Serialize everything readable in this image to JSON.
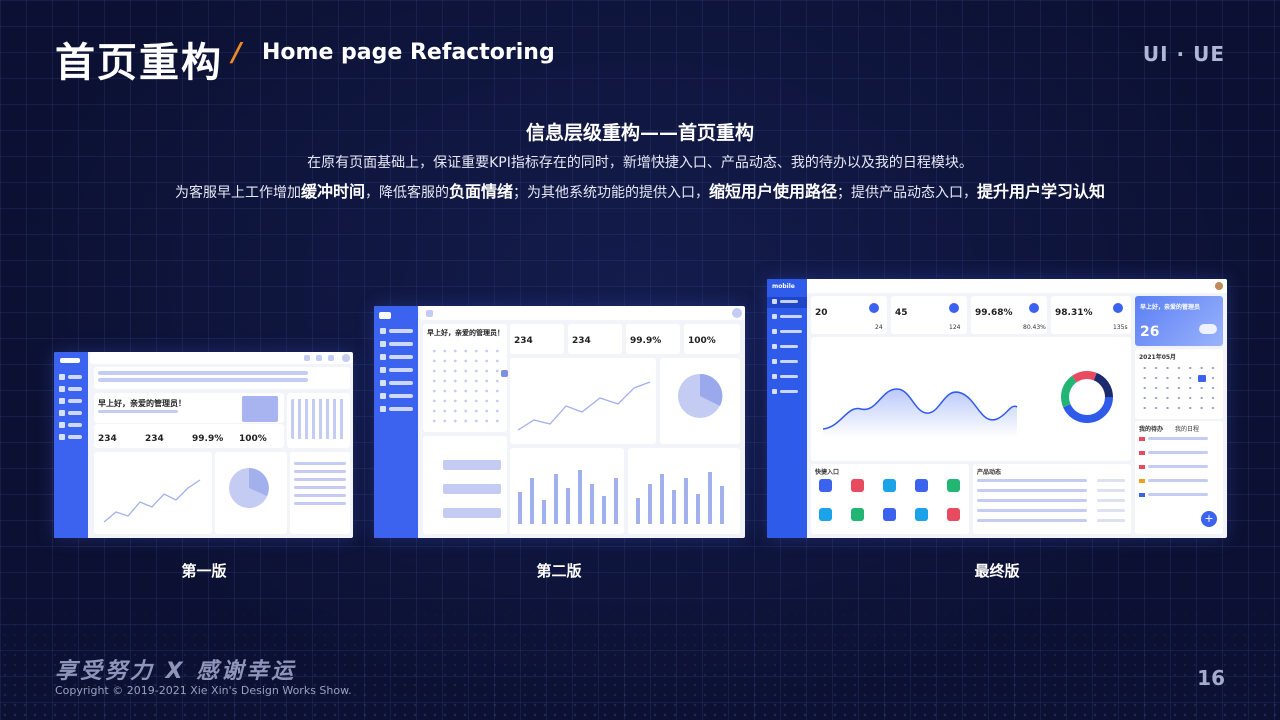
{
  "header": {
    "title": "首页重构",
    "slash": "/",
    "subtitle": "Home page Refactoring",
    "brand": "UI · UE"
  },
  "section": {
    "heading": "信息层级重构——首页重构",
    "line1": "在原有页面基础上，保证重要KPI指标存在的同时，新增快捷入口、产品动态、我的待办以及我的日程模块。",
    "line2": {
      "p1": "为客服早上工作增加",
      "b1": "缓冲时间",
      "p2": "，降低客服的",
      "b2": "负面情绪",
      "p3": "；为其他系统功能的提供入口，",
      "b3": "缩短用户使用路径",
      "p4": "；提供产品动态入口，",
      "b4": "提升用户学习认知"
    }
  },
  "versions": {
    "v1": "第一版",
    "v2": "第二版",
    "final": "最终版"
  },
  "mock_v1": {
    "greeting": "早上好，亲爱的管理员！",
    "kpis": [
      "234",
      "234",
      "99.9%",
      "100%"
    ]
  },
  "mock_v2": {
    "greeting": "早上好，亲爱的管理员！",
    "kpis": [
      "234",
      "234",
      "99.9%",
      "100%"
    ]
  },
  "mock_final": {
    "logo": "mobile",
    "greeting": "早上好，亲爱的管理员",
    "kpis": [
      "20",
      "45",
      "99.68%",
      "98.31%"
    ],
    "kpi_subs": [
      "24",
      "124",
      "80.43%",
      "135s"
    ],
    "date_big": "26",
    "month": "2021年05月",
    "section_quick": "快捷入口",
    "section_news": "产品动态",
    "section_todo": "我的待办",
    "section_cal": "我的日程"
  },
  "footer": {
    "slogan": "享受努力 X 感谢幸运",
    "copyright": "Copyright © 2019-2021 Xie Xin's Design Works Show.",
    "page": "16"
  },
  "colors": {
    "bg": "#0c1133",
    "accent_orange": "#f08a24",
    "brand_blue": "#3b63f0",
    "placeholder": "#c4ccf4"
  }
}
